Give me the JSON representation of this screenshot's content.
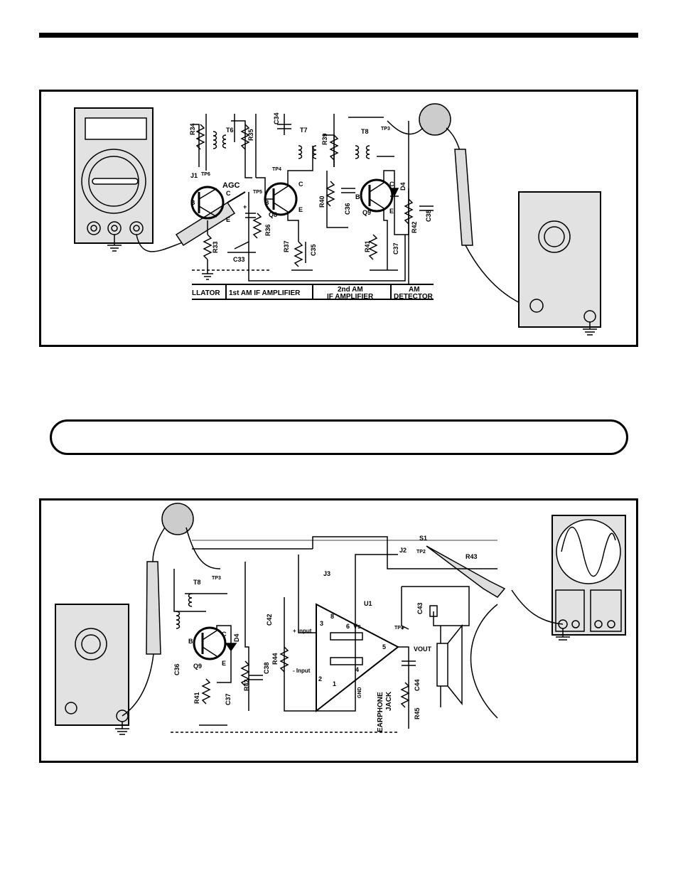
{
  "top_figure": {
    "sections": [
      "LLATOR",
      "1st AM IF AMPLIFIER",
      "2nd AM",
      "IF AMPLIFIER",
      "AM",
      "DETECTOR"
    ],
    "components": [
      "R34",
      "T6",
      "R35",
      "C34",
      "T7",
      "R39",
      "T8",
      "TP3",
      "J1",
      "TP6",
      "TP4",
      "AGC",
      "TP5",
      "B",
      "C",
      "E",
      "Q8",
      "R40",
      "C36",
      "Q9",
      "D4",
      "R42",
      "C38",
      "R36",
      "R37",
      "C35",
      "R41",
      "C37",
      "R33",
      "C33",
      "+"
    ]
  },
  "bottom_figure": {
    "components": [
      "TP3",
      "T8",
      "C",
      "D4",
      "B",
      "E",
      "Q9",
      "C36",
      "R41",
      "C37",
      "R42",
      "C38",
      "J2",
      "J3",
      "S1",
      "TP2",
      "R43",
      "C42",
      "R44",
      "U1",
      "C43",
      "TP1",
      "Vs",
      "VOUT",
      "C44",
      "R45",
      "EARPHONE",
      "JACK",
      "GND"
    ],
    "pins": [
      "8",
      "3",
      "6",
      "5",
      "2",
      "1",
      "4"
    ],
    "inputs": [
      "+ Input",
      "- Input"
    ],
    "plus": "+"
  }
}
